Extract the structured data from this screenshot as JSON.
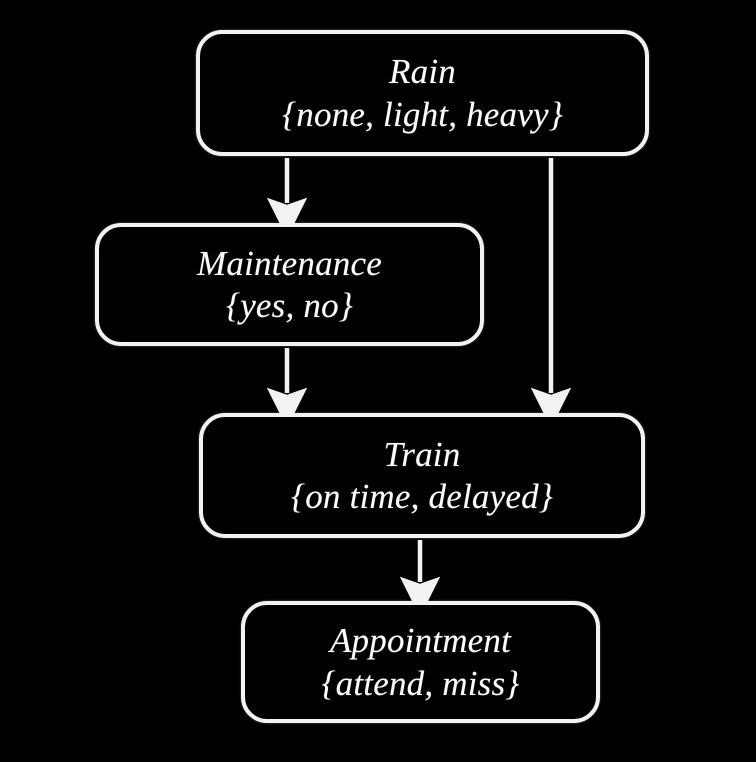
{
  "diagram": {
    "type": "bayesian-network-dag",
    "background_color": "#000000",
    "stroke_color": "#f2f2f2",
    "text_color": "#fdfdfd",
    "nodes": [
      {
        "id": "rain",
        "title": "Rain",
        "states": "{none, light, heavy}",
        "state_list": [
          "none",
          "light",
          "heavy"
        ]
      },
      {
        "id": "maintenance",
        "title": "Maintenance",
        "states": "{yes, no}",
        "state_list": [
          "yes",
          "no"
        ]
      },
      {
        "id": "train",
        "title": "Train",
        "states": "{on time, delayed}",
        "state_list": [
          "on time",
          "delayed"
        ]
      },
      {
        "id": "appointment",
        "title": "Appointment",
        "states": "{attend, miss}",
        "state_list": [
          "attend",
          "miss"
        ]
      }
    ],
    "edges": [
      {
        "id": "rain-to-maintenance",
        "from": "Rain",
        "to": "Maintenance"
      },
      {
        "id": "rain-to-train",
        "from": "Rain",
        "to": "Train"
      },
      {
        "id": "maintenance-to-train",
        "from": "Maintenance",
        "to": "Train"
      },
      {
        "id": "train-to-appointment",
        "from": "Train",
        "to": "Appointment"
      }
    ]
  }
}
